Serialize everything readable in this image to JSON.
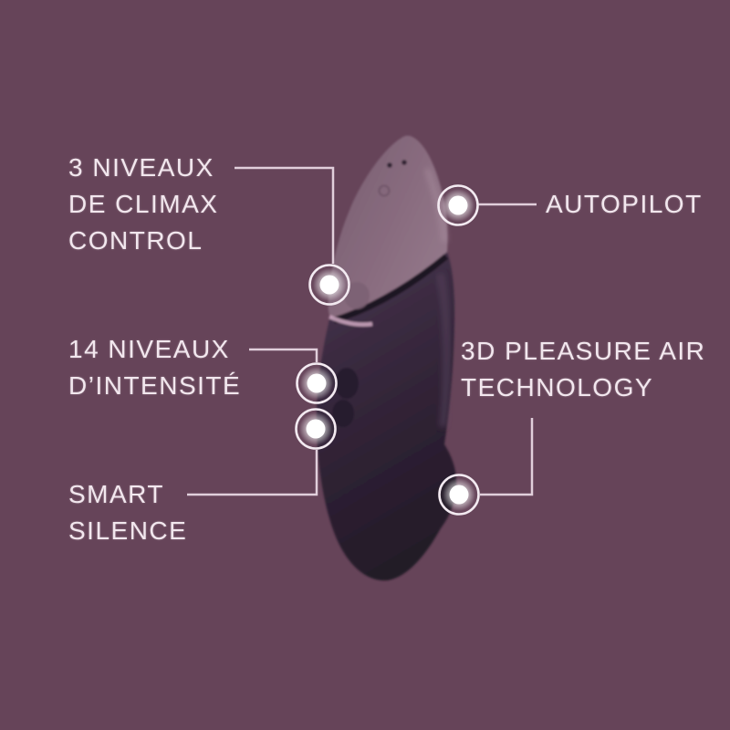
{
  "colors": {
    "background": "#664459",
    "label_text": "#f2e7ee",
    "callout_line": "#e8d7e3",
    "marker_ring": "#f3eaf1",
    "marker_dot": "#ffffff",
    "device_head": "#8a6d80",
    "device_body": "#2f2134",
    "seam_highlight": "#c8a2bb"
  },
  "callouts": {
    "climax_control": {
      "line1": "3 NIVEAUX",
      "line2": "DE CLIMAX",
      "line3": "CONTROL"
    },
    "autopilot": {
      "line1": "AUTOPILOT"
    },
    "intensity": {
      "line1": "14 NIVEAUX",
      "line2": "D’INTENSITÉ"
    },
    "pleasure_air": {
      "line1": "3D PLEASURE AIR",
      "line2": "TECHNOLOGY"
    },
    "smart_silence": {
      "line1": "SMART",
      "line2": "SILENCE"
    }
  }
}
